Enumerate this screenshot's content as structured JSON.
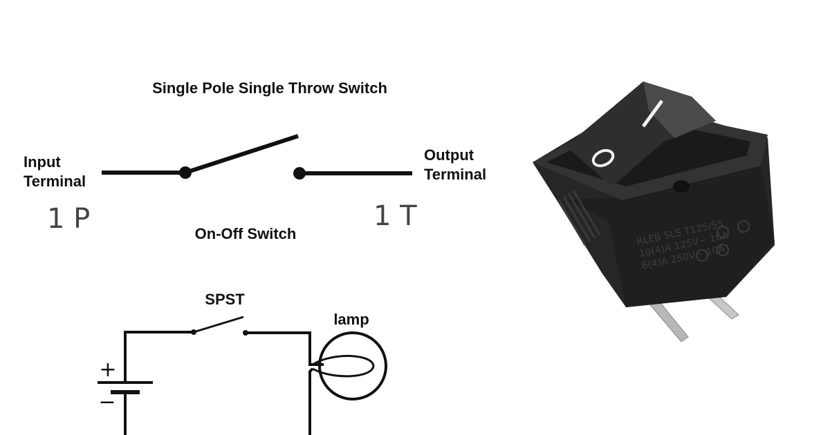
{
  "title": "Single Pole Single Throw Switch",
  "input_terminal": [
    "Input",
    "Terminal"
  ],
  "output_terminal": [
    "Output",
    "Terminal"
  ],
  "pole_label": "1 P",
  "throw_label": "1 T",
  "caption": "On-Off Switch",
  "circuit": {
    "switch_label": "SPST",
    "lamp_label": "lamp",
    "plus_sign": "+",
    "minus_sign": "−"
  },
  "rocker_switch": {
    "off_symbol": "O",
    "on_symbol": "I",
    "body_text": [
      "RLEB",
      "10(4)A 125V~",
      "6(4)A 250V~"
    ]
  }
}
